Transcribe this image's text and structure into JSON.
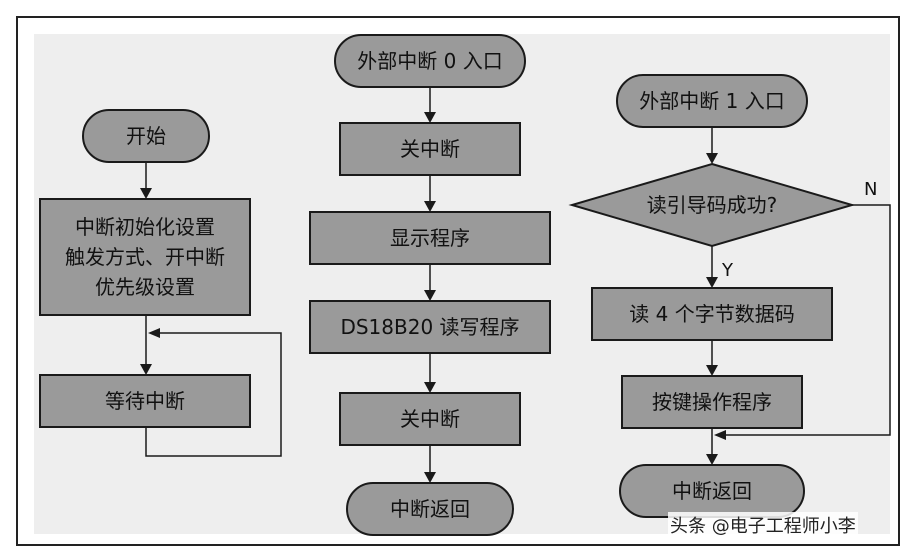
{
  "left": {
    "start": "开始",
    "init": [
      "中断初始化设置",
      "触发方式、开中断",
      "优先级设置"
    ],
    "wait": "等待中断"
  },
  "middle": {
    "entry": "外部中断 0 入口",
    "close1": "关中断",
    "display": "显示程序",
    "ds": "DS18B20 读写程序",
    "close2": "关中断",
    "return": "中断返回"
  },
  "right": {
    "entry": "外部中断 1 入口",
    "decision": "读引导码成功?",
    "yes": "Y",
    "no": "N",
    "read": "读 4 个字节数据码",
    "keys": "按键操作程序",
    "return": "中断返回"
  },
  "watermark": "头条 @电子工程师小李"
}
